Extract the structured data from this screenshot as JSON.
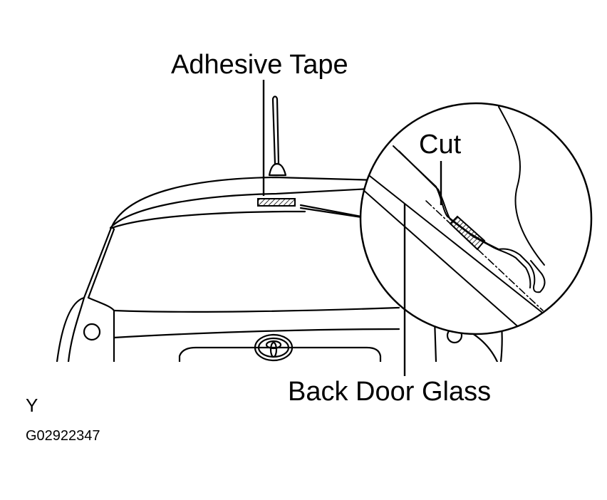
{
  "labels": {
    "adhesive_tape": "Adhesive Tape",
    "cut": "Cut",
    "back_door_glass": "Back Door Glass",
    "view_letter": "Y",
    "figure_code": "G02922347"
  },
  "colors": {
    "line": "#000000",
    "background": "#ffffff"
  },
  "icons": {
    "emblem": "toyota-emblem-icon",
    "tape_hatch": "hatched-tape-icon"
  }
}
